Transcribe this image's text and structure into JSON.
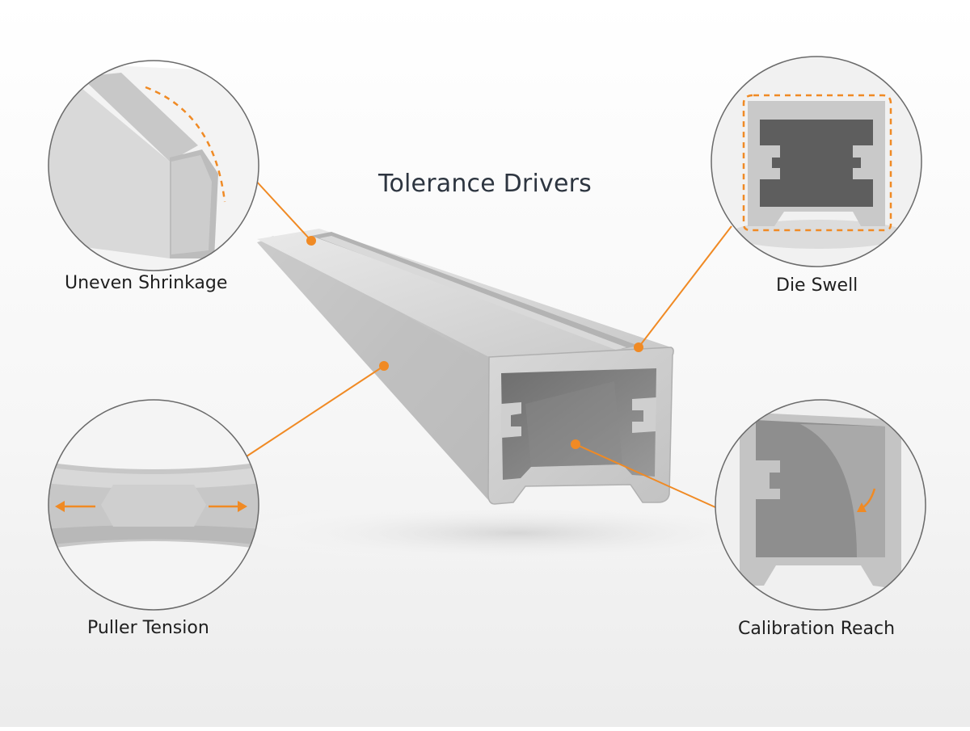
{
  "title": "Tolerance Drivers",
  "accent_color": "#f08a24",
  "callouts": [
    {
      "id": "uneven-shrinkage",
      "label": "Uneven Shrinkage",
      "icon": "dashed-curve-icon"
    },
    {
      "id": "die-swell",
      "label": "Die Swell",
      "icon": "dashed-outline-icon"
    },
    {
      "id": "puller-tension",
      "label": "Puller Tension",
      "icon": "double-arrow-icon"
    },
    {
      "id": "calibration-reach",
      "label": "Calibration Reach",
      "icon": "curved-arrow-icon"
    }
  ]
}
